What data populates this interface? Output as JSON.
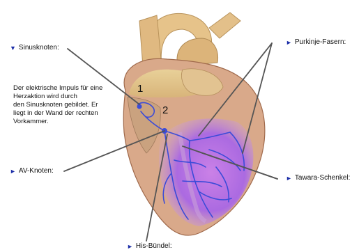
{
  "labels": {
    "sinusknoten": {
      "marker": "▼",
      "text": "Sinusknoten:"
    },
    "purkinje": {
      "marker": "►",
      "text": "Purkinje-Fasern:"
    },
    "av_knoten": {
      "marker": "►",
      "text": "AV-Knoten:"
    },
    "tawara": {
      "marker": "►",
      "text": "Tawara-Schenkel:"
    },
    "his": {
      "marker": "►",
      "text": "His-Bündel:"
    }
  },
  "description": [
    "Der elektrische Impuls für eine",
    "Herzaktion wird durch",
    "den Sinusknoten gebildet. Er",
    "liegt in der Wand der rechten",
    "Vorkammer."
  ],
  "markers": {
    "one": "1",
    "two": "2"
  },
  "colors": {
    "marker": "#1d2fa8",
    "leader_line": "#555555",
    "muscle": "#d9a98a",
    "conduction": "#3b4bd8",
    "purkinje_glow": "#b05cf0",
    "fat": "#e8cf8e"
  },
  "icons": [
    "heart-illustration",
    "down-triangle-icon",
    "right-triangle-icon"
  ]
}
